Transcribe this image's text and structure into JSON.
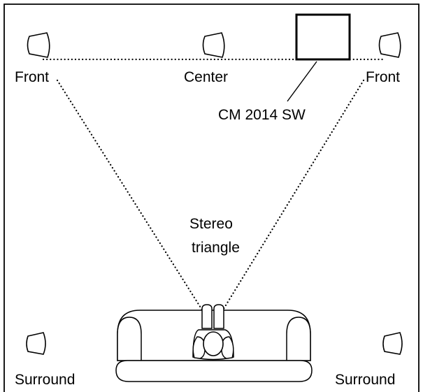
{
  "labels": {
    "front_left": "Front",
    "center": "Center",
    "front_right": "Front",
    "subwoofer": "CM 2014 SW",
    "triangle_line1": "Stereo",
    "triangle_line2": "triangle",
    "surround_left": "Surround",
    "surround_right": "Surround"
  }
}
